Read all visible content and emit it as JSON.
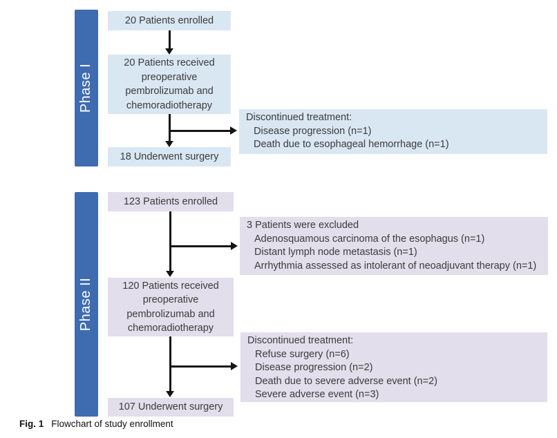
{
  "caption": {
    "label": "Fig. 1",
    "text": "Flowchart of study enrollment"
  },
  "colors": {
    "phase_bar_blue": "#3f6bb1",
    "phase1_box_fill": "#d9e7f3",
    "phase2_box_fill": "#e2deec",
    "arrow_black": "#141414",
    "body_text": "#3b3b3b"
  },
  "phase1": {
    "label": "Phase I",
    "enrolled": "20 Patients enrolled",
    "treatment": "20 Patients received preoperative pembrolizumab and chemoradiotherapy",
    "surgery": "18 Underwent surgery",
    "discontinued": {
      "title": "Discontinued treatment:",
      "items": [
        "Disease progression (n=1)",
        "Death due to esophageal hemorrhage (n=1)"
      ]
    }
  },
  "phase2": {
    "label": "Phase II",
    "enrolled": "123 Patients enrolled",
    "excluded": {
      "title": "3 Patients were excluded",
      "items": [
        "Adenosquamous carcinoma of the esophagus (n=1)",
        "Distant lymph node metastasis (n=1)",
        "Arrhythmia assessed as intolerant of neoadjuvant therapy (n=1)"
      ]
    },
    "treatment": "120 Patients received preoperative pembrolizumab and chemoradiotherapy",
    "discontinued": {
      "title": "Discontinued treatment:",
      "items": [
        "Refuse surgery (n=6)",
        "Disease progression (n=2)",
        "Death due to severe adverse event (n=2)",
        "Severe adverse event (n=3)"
      ]
    },
    "surgery": "107 Underwent surgery"
  }
}
